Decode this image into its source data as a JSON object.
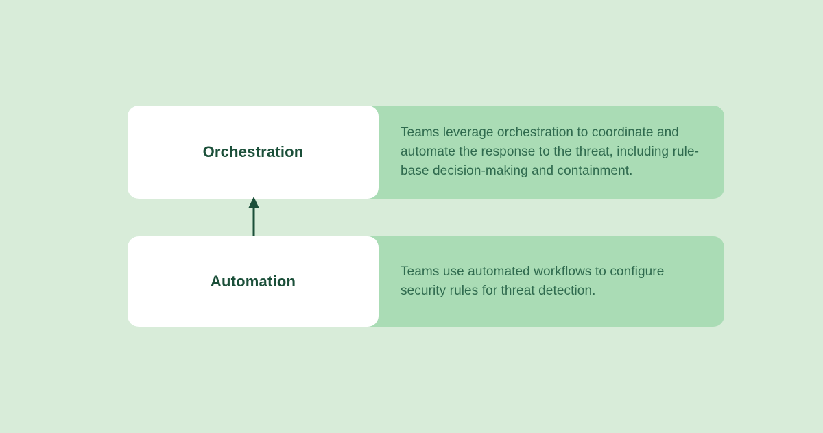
{
  "colors": {
    "background": "#d8ecd9",
    "panel": "#aadcb5",
    "card": "#ffffff",
    "heading_text": "#1b4f39",
    "body_text": "#2f6a4e",
    "arrow": "#1b4f39"
  },
  "diagram": {
    "nodes": [
      {
        "label": "Orchestration",
        "description": "Teams leverage orchestration to coordinate and automate the response to the threat, including rule-base decision-making and containment."
      },
      {
        "label": "Automation",
        "description": "Teams use automated workflows to configure security rules for threat detection."
      }
    ],
    "connector": {
      "icon": "arrow-up-icon",
      "from": "Automation",
      "to": "Orchestration"
    }
  }
}
